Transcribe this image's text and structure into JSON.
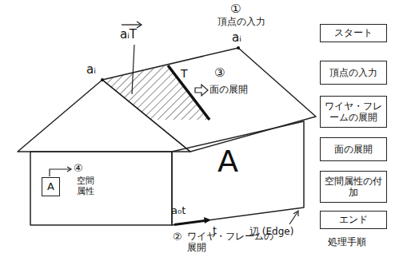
{
  "diagram": {
    "caption": "処理手順",
    "nodes": [
      {
        "text": [
          "A"
        ]
      },
      {
        "text": [
          "スタート"
        ]
      },
      {
        "text": [
          "頂点の入力"
        ]
      },
      {
        "text": [
          "ワイヤ・フレームの展開"
        ]
      },
      {
        "text": [
          "面の展開"
        ]
      },
      {
        "text": [
          "空間属性の付加"
        ]
      },
      {
        "text": [
          "エンド"
        ]
      }
    ],
    "labels": [
      "①",
      "頂点の入力",
      "aᵢ",
      "aᵢ",
      "aᵢT",
      "T",
      "③",
      "面の展開",
      "A",
      "④",
      "空間属性",
      "②",
      "ワイヤ・フレームの展開",
      "a₀t",
      "t",
      "辺 (Edge)"
    ]
  }
}
